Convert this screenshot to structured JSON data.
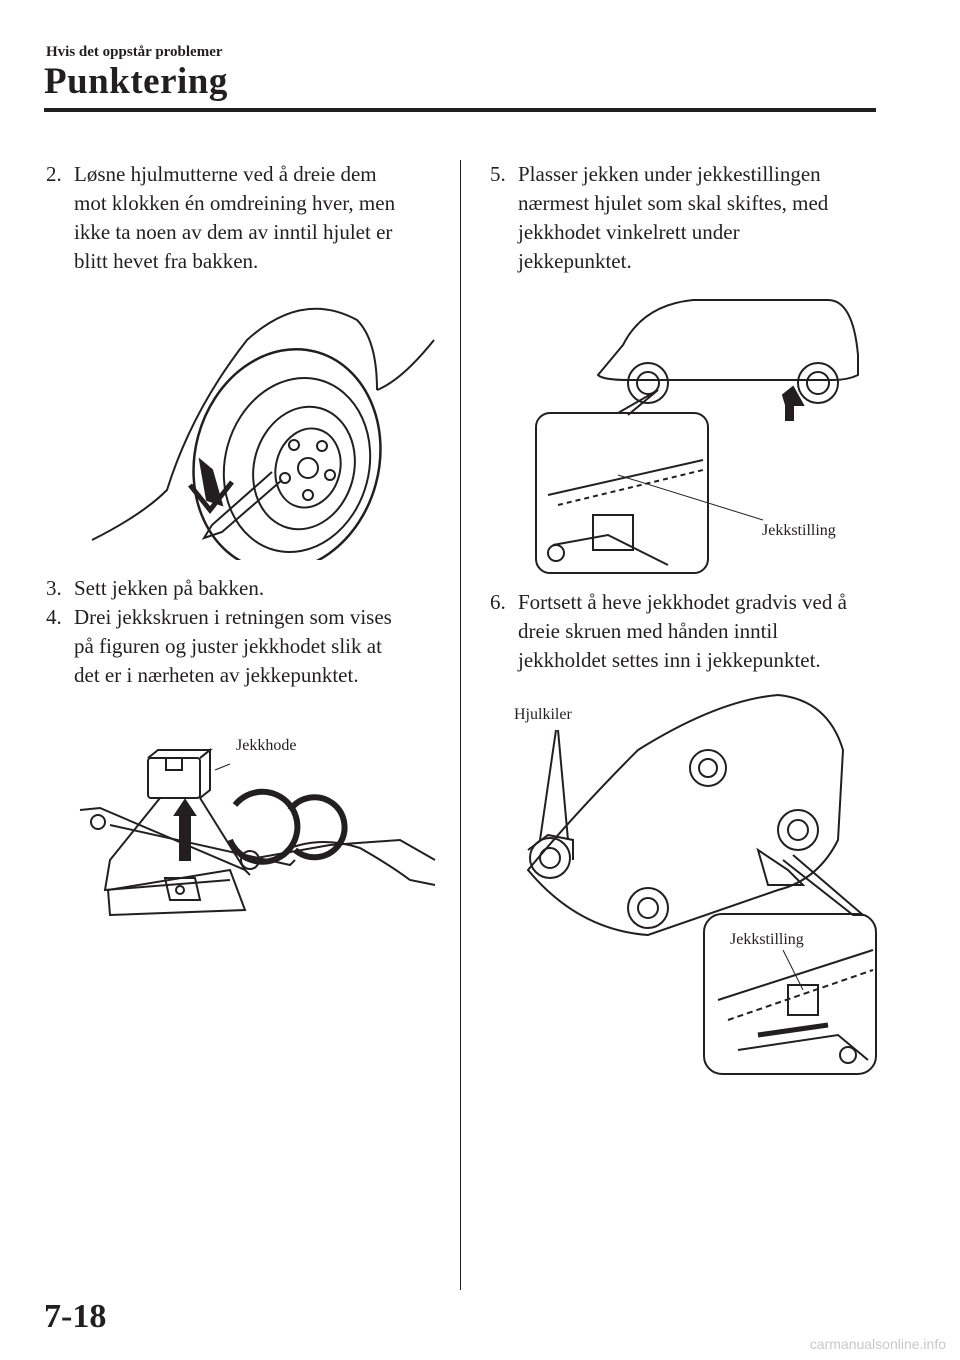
{
  "header": {
    "section": "Hvis det oppstår problemer",
    "title": "Punktering"
  },
  "left_column": {
    "step2": {
      "num": "2.",
      "lines": [
        "Løsne hjulmutterne ved å dreie dem",
        "mot klokken én omdreining hver, men",
        "ikke ta noen av dem av inntil hjulet er",
        "blitt hevet fra bakken."
      ]
    },
    "step3": {
      "num": "3.",
      "lines": [
        "Sett jekken på bakken."
      ]
    },
    "step4": {
      "num": "4.",
      "lines": [
        "Drei jekkskruen i retningen som vises",
        "på figuren og juster jekkhodet slik at",
        "det er i nærheten av jekkepunktet."
      ]
    },
    "fig_jack_label": "Jekkhode"
  },
  "right_column": {
    "step5": {
      "num": "5.",
      "lines": [
        "Plasser jekken under jekkestillingen",
        "nærmest hjulet som skal skiftes, med",
        "jekkhodet vinkelrett under",
        "jekkepunktet."
      ]
    },
    "fig_car_label": "Jekkstilling",
    "step6": {
      "num": "6.",
      "lines": [
        "Fortsett å heve jekkhodet gradvis ved å",
        "dreie skruen med hånden inntil",
        "jekkholdet settes inn i jekkepunktet."
      ]
    },
    "fig_wedge_label": "Hjulkiler",
    "fig_detail_label": "Jekkstilling"
  },
  "page_number": "7-18",
  "footer": "carmanualsonline.info"
}
